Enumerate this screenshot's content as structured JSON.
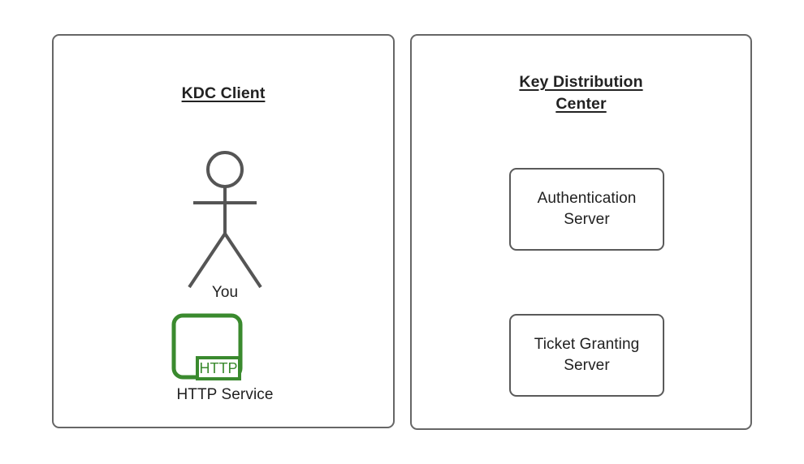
{
  "diagram": {
    "title_kdc_client": "KDC Client",
    "title_kdc_center_line1": "Key Distribution",
    "title_kdc_center_line2": "Center",
    "actor": {
      "label": "You",
      "icon": "stick-figure-person-icon"
    },
    "service": {
      "label": "HTTP Service",
      "badge": "HTTP",
      "icon": "http-service-icon"
    },
    "servers": [
      {
        "line1": "Authentication",
        "line2": "Server"
      },
      {
        "line1": "Ticket Granting",
        "line2": "Server"
      }
    ],
    "colors": {
      "background": "#ffffff",
      "panel_border": "#666666",
      "box_border": "#5a5a5a",
      "stroke": "#555555",
      "text": "#1f1f1f",
      "title_text": "#222222",
      "service_green": "#3a8a2e"
    }
  }
}
